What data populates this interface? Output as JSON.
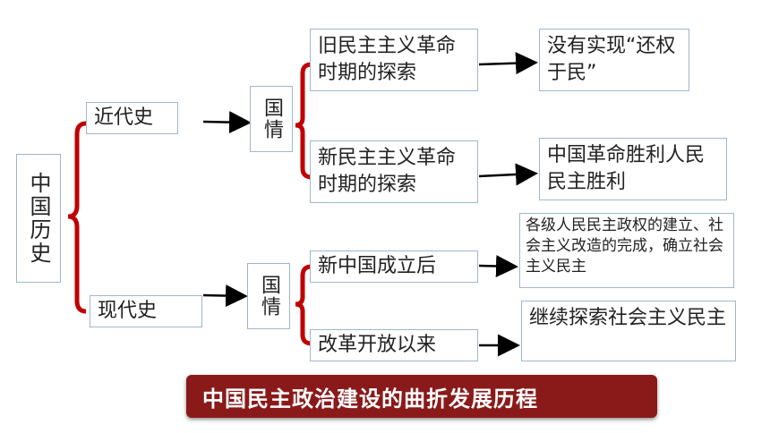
{
  "root": "中国历史",
  "branches": [
    {
      "label": "近代史",
      "topic": "国情",
      "items": [
        {
          "label": "旧民主主义革命时期的探索",
          "result": "没有实现“还权于民”"
        },
        {
          "label": "新民主主义革命时期的探索",
          "result": "中国革命胜利人民民主胜利"
        }
      ]
    },
    {
      "label": "现代史",
      "topic": "国情",
      "items": [
        {
          "label": "新中国成立后",
          "result": "各级人民民主政权的建立、社会主义改造的完成，确立社会主义民主"
        },
        {
          "label": "改革开放以来",
          "result": "继续探索社会主义民主"
        }
      ]
    }
  ],
  "banner": "中国民主政治建设的曲折发展历程",
  "colors": {
    "brace": "#c00000",
    "banner": "#8a1a1a",
    "border": "#9fb6cf"
  }
}
